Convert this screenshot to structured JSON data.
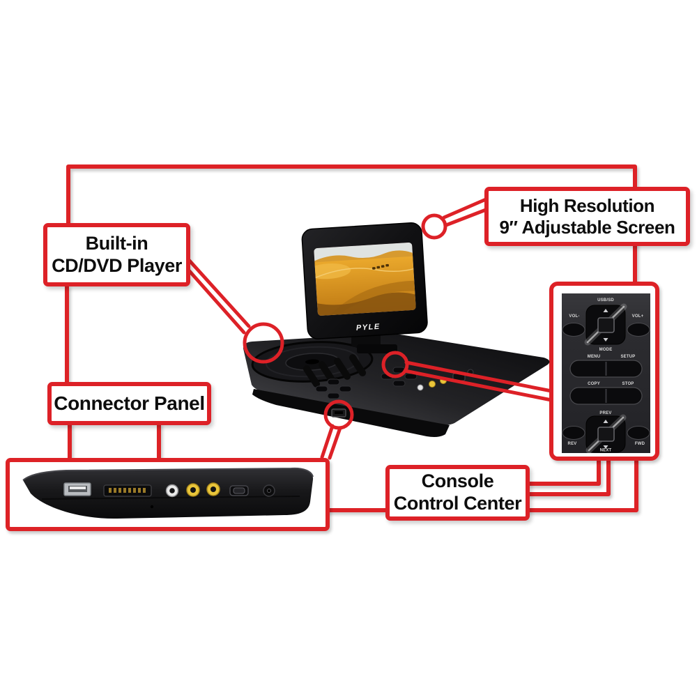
{
  "colors": {
    "background": "#ffffff",
    "line_red": "#dd2127",
    "label_text": "#0d0d0d",
    "panel_background": "#2c2c30",
    "panel_text": "#d8d8d8",
    "rca_yellow": "#e9c53a"
  },
  "callouts": {
    "built_in": {
      "line1": "Built-in",
      "line2": "CD/DVD Player"
    },
    "high_res": {
      "line1": "High Resolution",
      "line2": "9″ Adjustable Screen"
    },
    "connector_panel": {
      "line1": "Connector Panel"
    },
    "console_control": {
      "line1": "Console",
      "line2": "Control Center"
    }
  },
  "device": {
    "brand": "PYLE"
  },
  "console_panel_labels": {
    "usb_sd": "USB/SD",
    "vol_minus": "VOL-",
    "vol_plus": "VOL+",
    "mode": "MODE",
    "menu": "MENU",
    "setup": "SETUP",
    "copy": "COPY",
    "stop": "STOP",
    "prev": "PREV",
    "rev": "REV",
    "fwd": "FWD",
    "next": "NEXT"
  }
}
